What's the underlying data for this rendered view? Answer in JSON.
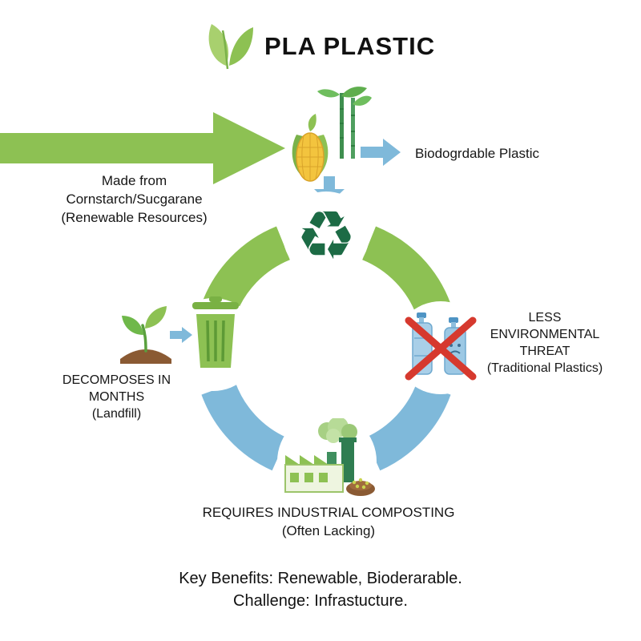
{
  "title": "PLA PLASTIC",
  "source_arrow": {
    "lines": [
      "Made from",
      "Cornstarch/Sucgarane",
      "(Renewable Resources)"
    ]
  },
  "biodegradable": {
    "label": "Biodogrdable Plastic"
  },
  "cycle": {
    "decomposes": {
      "lines": [
        "DECOMPOSES IN",
        "MONTHS",
        "(Landfill)"
      ]
    },
    "less_threat": {
      "lines": [
        "LESS",
        "ENVIRONMENTAL",
        "THREAT",
        "(Traditional Plastics)"
      ]
    },
    "composting": {
      "lines": [
        "REQUIRES INDUSTRIAL COMPOSTING",
        "(Often Lacking)"
      ]
    }
  },
  "footer": {
    "lines": [
      "Key Benefits: Renewable, Bioderarable.",
      "Challenge: Infrastucture."
    ]
  },
  "icons": {
    "logo": "leaf-icon",
    "source": "corn-sugarcane-icon",
    "flow_right": "arrow-right-icon",
    "flow_down": "arrow-down-icon",
    "recycle_glyph": "♻",
    "landfill": "trash-can-icon",
    "sprout": "sprout-icon",
    "bottles": "plastic-bottles-crossed-icon",
    "factory": "factory-composting-icon"
  },
  "colors": {
    "green": "#8dc153",
    "dark_green": "#1e6b45",
    "blue": "#7fb9da",
    "corn_yellow": "#f3c43e",
    "red_cross": "#d6392e",
    "soil_brown": "#8a5a33",
    "text": "#161616"
  }
}
